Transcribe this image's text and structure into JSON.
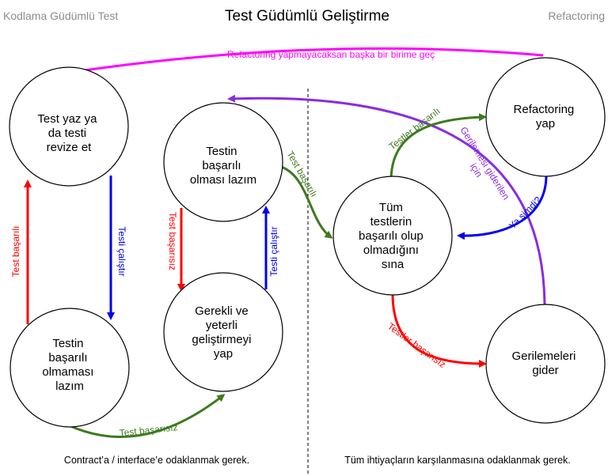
{
  "header": {
    "title": "Test Güdümlü Geliştirme",
    "left_label": "Kodlama Güdümlü Test",
    "right_label": "Refactoring"
  },
  "nodes": {
    "write_test": [
      "Test yaz ya",
      "da testi",
      "revize et"
    ],
    "should_fail": [
      "Testin",
      "başarılı",
      "olmaması",
      "lazım"
    ],
    "should_pass": [
      "Testin",
      "başarılı",
      "olması lazım"
    ],
    "develop": [
      "Gerekli ve",
      "yeterli",
      "geliştirmeyi",
      "yap"
    ],
    "run_all": [
      "Tüm",
      "testlerin",
      "başarılı olup",
      "olmadığını",
      "sına"
    ],
    "refactor": [
      "Refactoring",
      "yap"
    ],
    "fix": [
      "Gerilemeleri",
      "gider"
    ]
  },
  "edges": {
    "skip_refactor": "Refactoring yapmayacaksan başka bir birime geç",
    "test_passed_left": "Test başarılı",
    "run_test_left": "Testi çalıştır",
    "test_failed_bottom": "Test başarısız",
    "test_failed_mid": "Test başarısız",
    "run_test_mid": "Testi çalıştır",
    "test_passed_right": "Test başarılı",
    "tests_passed": "Testler başarılı",
    "regress_fixed": [
      "Gerilemesi giderilen",
      "için"
    ],
    "now_what": "Ya şimdi?",
    "tests_failed": "Testler başarısız"
  },
  "footer": {
    "left": "Contract’a / interface’e odaklanmak gerek.",
    "right": "Tüm ihtiyaçların karşılanmasına odaklanmak gerek."
  },
  "colors": {
    "magenta": "#ff00ff",
    "purple": "#8a2be2",
    "red": "#ff0000",
    "blue": "#0000ee",
    "green": "#3d7a1f"
  }
}
